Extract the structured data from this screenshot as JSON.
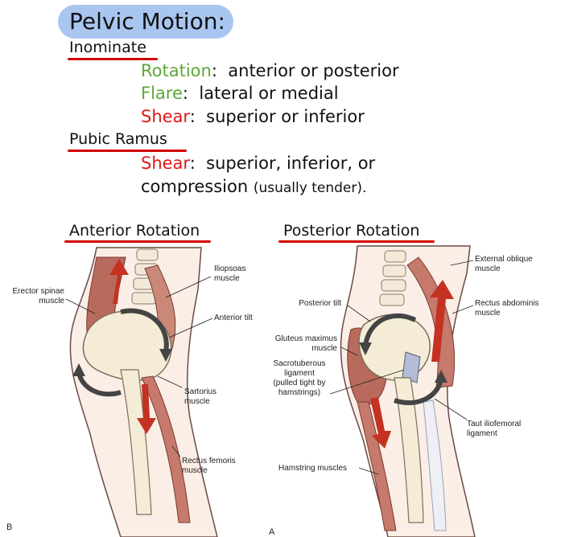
{
  "title": "Pelvic Motion:",
  "sections": [
    {
      "heading": "Inominate",
      "items": [
        {
          "term": "Rotation",
          "term_color": "#5fa63a",
          "desc": "anterior or posterior"
        },
        {
          "term": "Flare",
          "term_color": "#5fa63a",
          "desc": "lateral or medial"
        },
        {
          "term": "Shear",
          "term_color": "#e01818",
          "desc": "superior or inferior"
        }
      ]
    },
    {
      "heading": "Pubic Ramus",
      "items": [
        {
          "term": "Shear",
          "term_color": "#e01818",
          "desc": "superior, inferior, or"
        }
      ],
      "continuation": {
        "main": "compression",
        "note": "(usually tender)."
      }
    }
  ],
  "figures": {
    "left": {
      "heading": "Anterior Rotation",
      "panel_letter": "B",
      "labels": {
        "erector": "Erector spinae\nmuscle",
        "iliopsoas": "Iliopsoas\nmuscle",
        "tilt": "Anterior tilt",
        "sartorius": "Sartorius\nmuscle",
        "rectus": "Rectus femoris\nmuscle"
      }
    },
    "right": {
      "heading": "Posterior Rotation",
      "panel_letter": "A",
      "labels": {
        "external": "External oblique\nmuscle",
        "tilt": "Posterior tilt",
        "rectus_abd": "Rectus abdominis\nmuscle",
        "gluteus": "Gluteus maximus\nmuscle",
        "sacro": "Sacrotuberous\nligament\n(pulled tight by\nhamstrings)",
        "iliofemoral": "Taut iliofemoral\nligament",
        "hamstring": "Hamstring muscles"
      }
    }
  },
  "colors": {
    "title_bg": "#a9c6f0",
    "underline": "#d40000",
    "green": "#5fa63a",
    "red": "#e01818"
  }
}
